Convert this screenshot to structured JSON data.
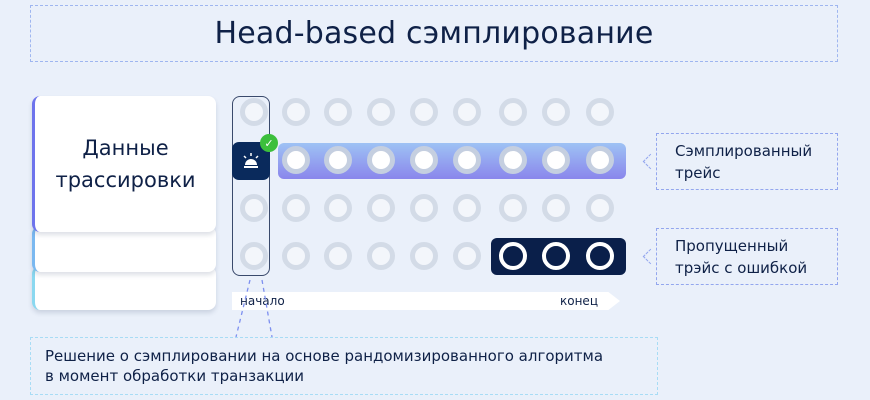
{
  "title": "Head-based сэмплирование",
  "card": {
    "line1": "Данные",
    "line2": "трассировки"
  },
  "timeline": {
    "start": "начало",
    "end": "конец"
  },
  "callouts": {
    "sampled": {
      "line1": "Сэмплированный",
      "line2": "трейс"
    },
    "dropped": {
      "line1": "Пропущенный",
      "line2": "трэйс с ошибкой"
    }
  },
  "note": {
    "line1": "Решение о сэмплировании на основе рандомизированного алгоритма",
    "line2": "в момент обработки транзакции"
  },
  "icons": {
    "root_span": "bell-icon",
    "decision": "check-icon"
  },
  "grid": {
    "columns": 9,
    "rows": [
      {
        "state": [
          "idle",
          "idle",
          "idle",
          "idle",
          "idle",
          "idle",
          "idle",
          "idle",
          "idle"
        ]
      },
      {
        "state": [
          "root",
          "sampled",
          "sampled",
          "sampled",
          "sampled",
          "sampled",
          "sampled",
          "sampled",
          "sampled"
        ]
      },
      {
        "state": [
          "idle",
          "idle",
          "idle",
          "idle",
          "idle",
          "idle",
          "idle",
          "idle",
          "idle"
        ]
      },
      {
        "state": [
          "idle",
          "idle",
          "idle",
          "idle",
          "idle",
          "idle",
          "error",
          "error",
          "error"
        ]
      }
    ]
  },
  "colors": {
    "navy": "#0a1f4a",
    "check": "#3cbf3c",
    "gradient_start": "#9ec2f4",
    "gradient_end": "#8a86ec"
  }
}
